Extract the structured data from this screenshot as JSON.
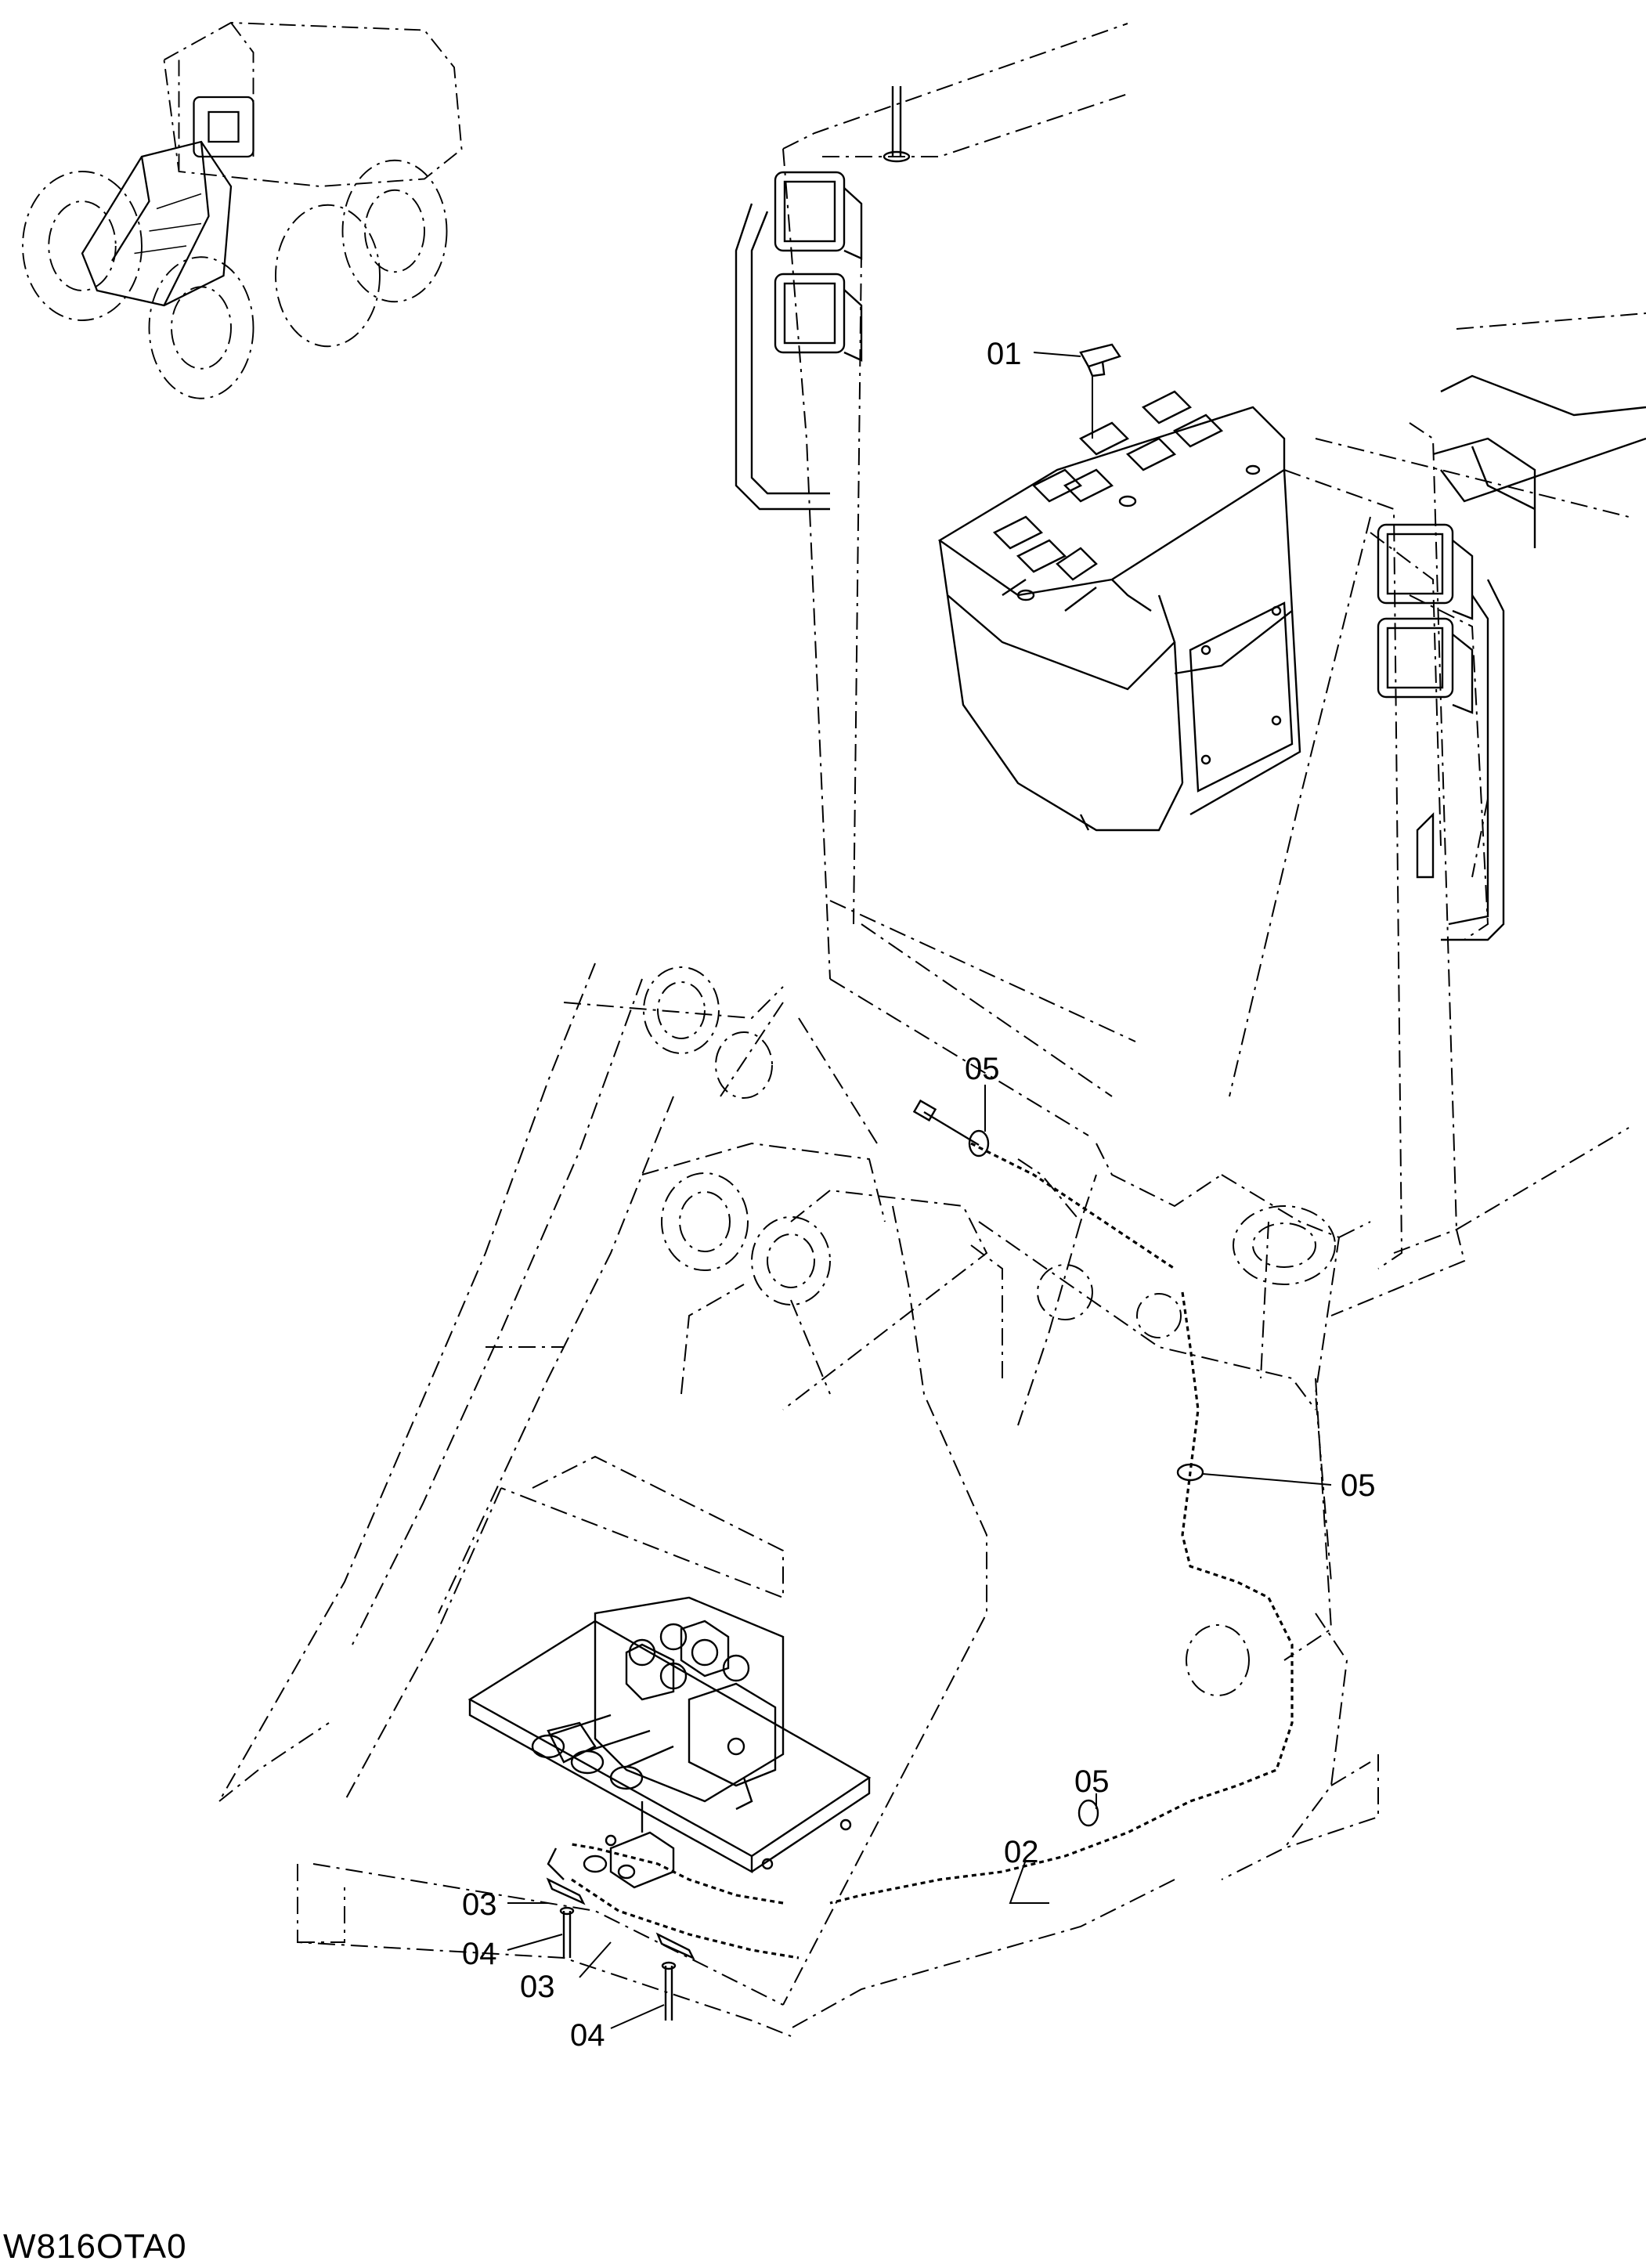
{
  "callouts": {
    "c01": "01",
    "c02": "02",
    "c03a": "03",
    "c03b": "03",
    "c04a": "04",
    "c04b": "04",
    "c05a": "05",
    "c05b": "05",
    "c05c": "05"
  },
  "footer": {
    "code": "W816OTA0"
  }
}
